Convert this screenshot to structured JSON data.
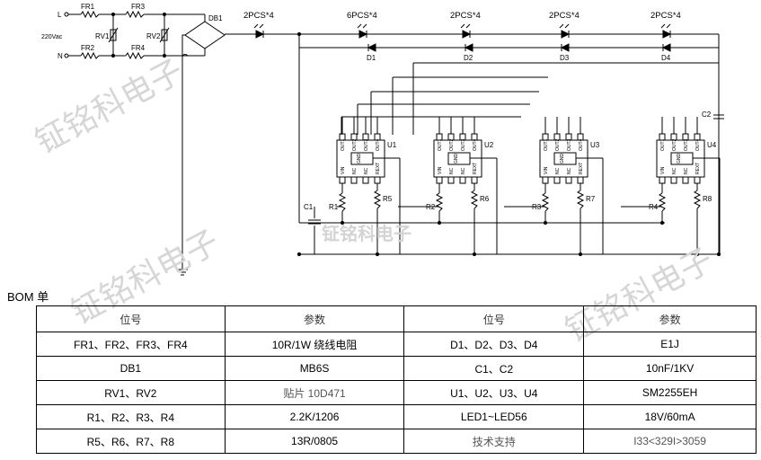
{
  "watermark": "钲铭科电子",
  "schematic": {
    "input": {
      "L": "L",
      "N": "N",
      "voltage": "220Vac"
    },
    "parts": {
      "FR1": "FR1",
      "FR2": "FR2",
      "FR3": "FR3",
      "FR4": "FR4",
      "RV1": "RV1",
      "RV2": "RV2",
      "DB1": "DB1",
      "C1": "C1",
      "C2": "C2",
      "R1": "R1",
      "R2": "R2",
      "R3": "R3",
      "R4": "R4",
      "R5": "R5",
      "R6": "R6",
      "R7": "R7",
      "R8": "R8",
      "D1": "D1",
      "D2": "D2",
      "D3": "D3",
      "D4": "D4",
      "U1": "U1",
      "U2": "U2",
      "U3": "U3",
      "U4": "U4"
    },
    "led_groups": [
      "2PCS*4",
      "6PCS*4",
      "2PCS*4",
      "2PCS*4",
      "2PCS*4"
    ],
    "ic_pins": {
      "top": [
        "OUT1",
        "OUT2",
        "OUT3",
        "OUT4"
      ],
      "bottom": [
        "VIN",
        "NC",
        "NC",
        "REXT"
      ],
      "center": "GND"
    }
  },
  "bom": {
    "title": "BOM 单",
    "headers": [
      "位号",
      "参数",
      "位号",
      "参数"
    ],
    "rows": [
      [
        "FR1、FR2、FR3、FR4",
        "10R/1W  绕线电阻",
        "D1、D2、D3、D4",
        "E1J"
      ],
      [
        "DB1",
        "MB6S",
        "C1、C2",
        "10nF/1KV"
      ],
      [
        "RV1、RV2",
        "贴片 10D471",
        "U1、U2、U3、U4",
        "SM2255EH"
      ],
      [
        "R1、R2、R3、R4",
        "2.2K/1206",
        "LED1~LED56",
        "18V/60mA"
      ],
      [
        "R5、R6、R7、R8",
        "13R/0805",
        "技术支持",
        "I33<329I>3059"
      ]
    ]
  }
}
